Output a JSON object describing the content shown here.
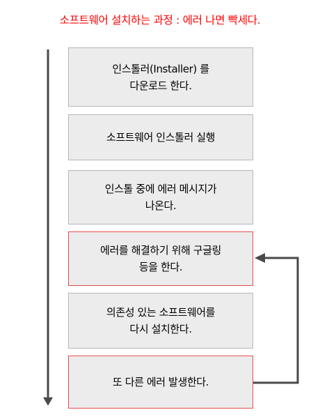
{
  "title": "소프트웨어 설치하는 과정 : 에러 나면 빡세다.",
  "colors": {
    "title": "#ff0000",
    "box_fill": "#ececec",
    "box_border": "#b7b7b7",
    "alert_border": "#e74c4c",
    "arrow": "#4a4a4a"
  },
  "steps": [
    {
      "label": "인스톨러(Installer) 를\n다운로드 한다.",
      "alert": false
    },
    {
      "label": "소프트웨어 인스톨러 실행",
      "alert": false
    },
    {
      "label": "인스톨 중에 에러 메시지가\n나온다.",
      "alert": false
    },
    {
      "label": "에러를 해결하기 위해 구글링\n등을 한다.",
      "alert": true
    },
    {
      "label": "의존성 있는 소프트웨어를\n다시 설치한다.",
      "alert": false
    },
    {
      "label": "또 다른 에러 발생한다.",
      "alert": true
    }
  ],
  "connectors": {
    "main_flow": "timeline-arrow-down",
    "loop_back": "loop-arrow-from-step-6-to-step-4"
  }
}
